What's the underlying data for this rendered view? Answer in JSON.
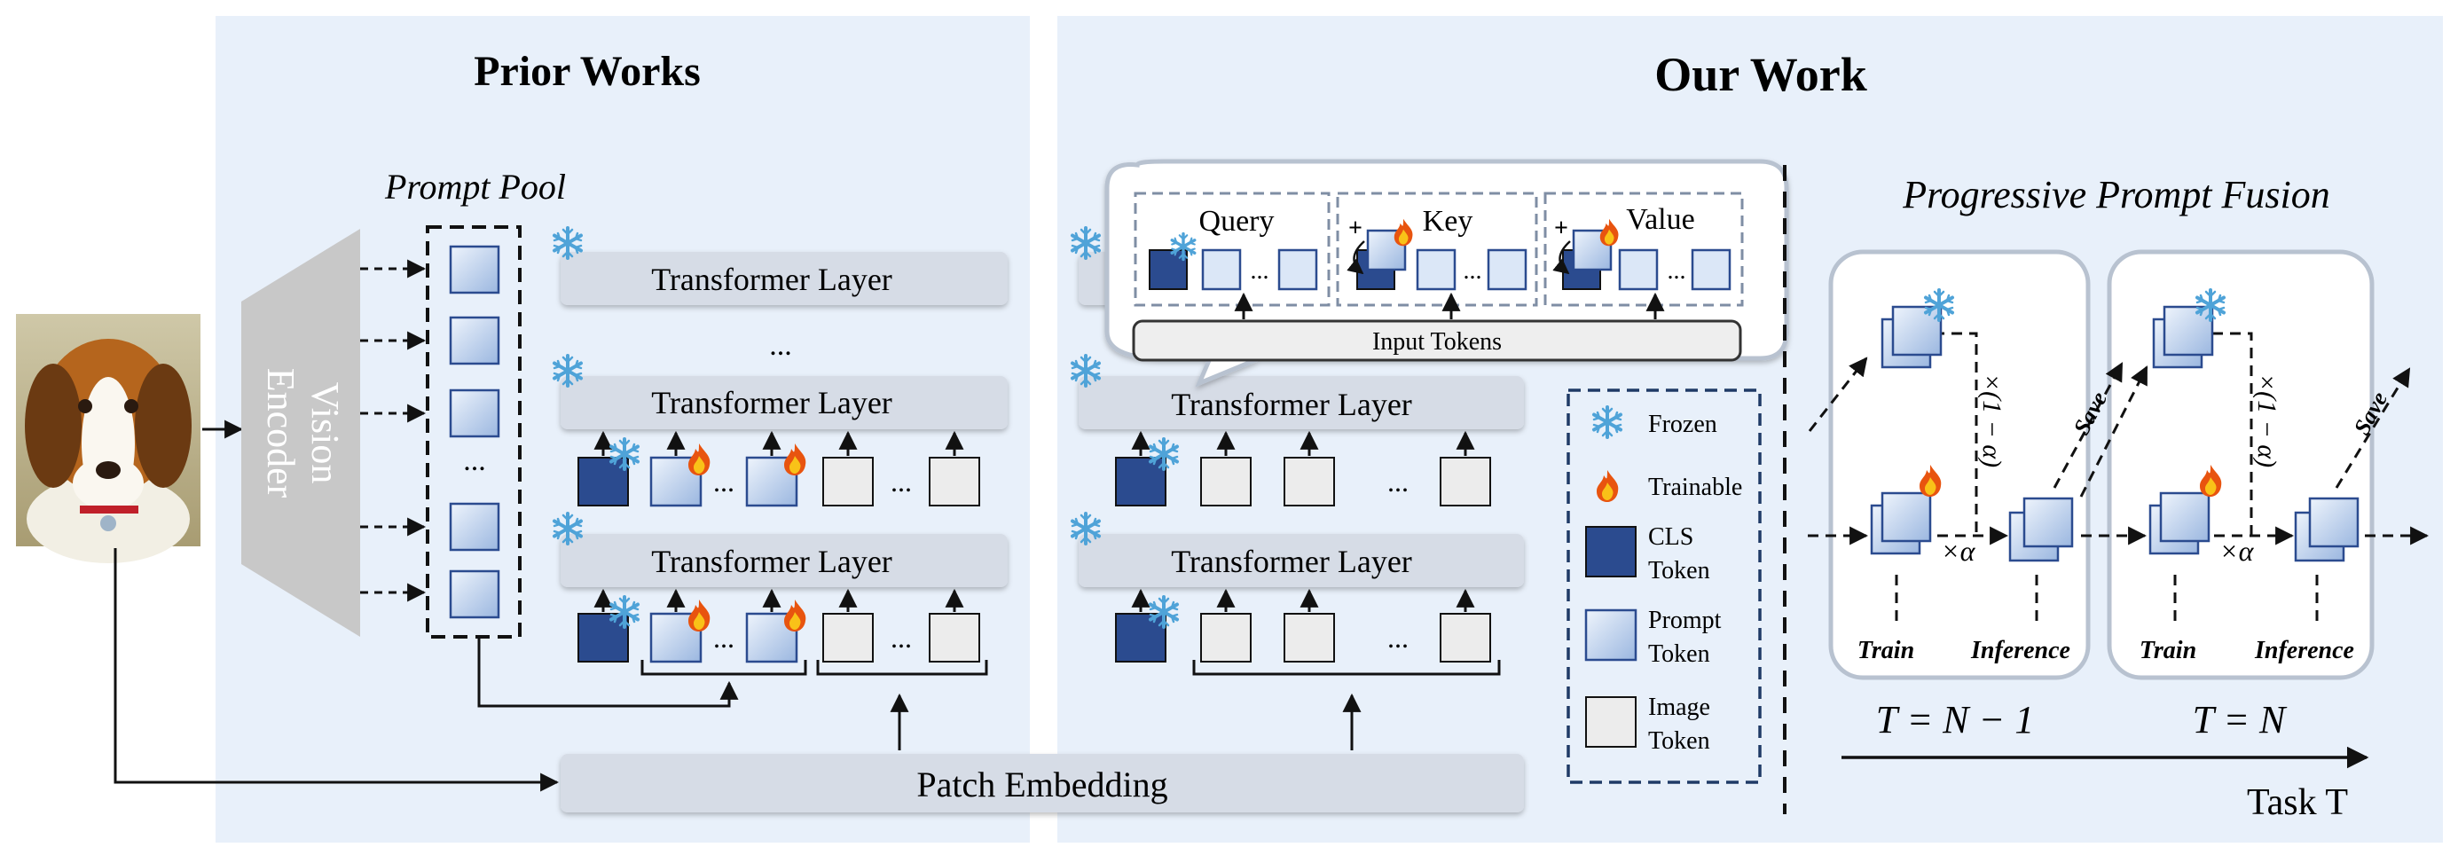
{
  "prior": {
    "title": "Prior Works",
    "prompt_pool": "Prompt Pool",
    "encoder_line1": "Vision",
    "encoder_line2": "Encoder",
    "ellipsis": "..."
  },
  "ours": {
    "title": "Our Work",
    "query": "Query",
    "key": "Key",
    "value": "Value",
    "input_tokens": "Input Tokens",
    "plus": "+"
  },
  "layers": {
    "transformer": "Transformer Layer",
    "patch": "Patch Embedding"
  },
  "legend": {
    "frozen": "Frozen",
    "trainable": "Trainable",
    "cls": [
      "CLS",
      "Token"
    ],
    "prompt": [
      "Prompt",
      "Token"
    ],
    "image": [
      "Image",
      "Token"
    ]
  },
  "fusion": {
    "title": "Progressive Prompt Fusion",
    "train": "Train",
    "inference": "Inference",
    "save": "Save",
    "alpha": "×α",
    "one_minus_alpha": "×(1 − α)",
    "t_left": "T = N − 1",
    "t_right": "T = N",
    "task": "Task T"
  },
  "colors": {
    "panel": "#e8f0fa",
    "layer": "#d6dce6",
    "cls": "#2b4b8f",
    "prompt_light": "#dbe7f7",
    "prompt_dark": "#9bb7e0",
    "image": "#ececec",
    "frozen": "#4fa3d8",
    "flame": "#f28a1a"
  }
}
